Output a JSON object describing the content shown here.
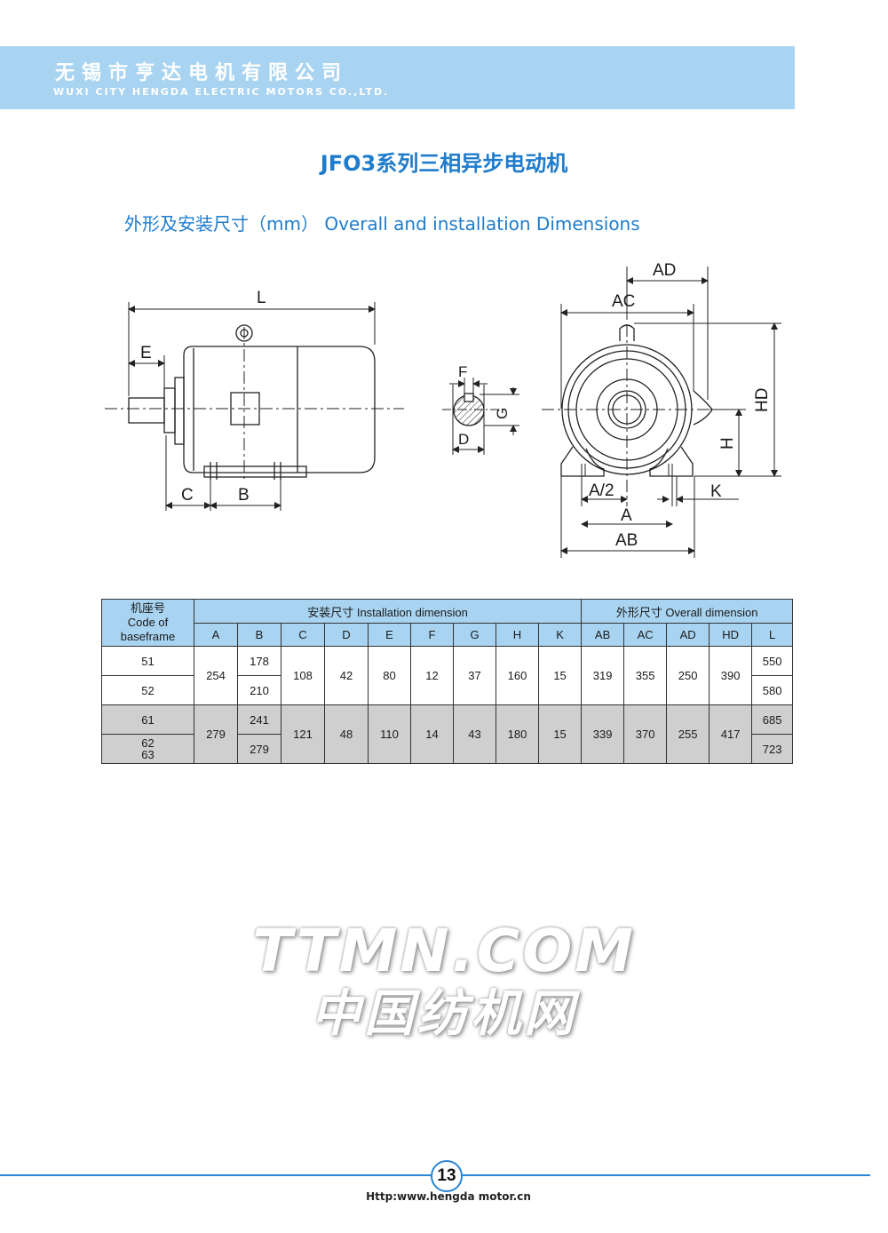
{
  "header": {
    "company_cn": "无锡市亨达电机有限公司",
    "company_en": "WUXI CITY HENGDA ELECTRIC MOTORS CO.,LTD."
  },
  "title": "JFO3系列三相异步电动机",
  "section_title": "外形及安装尺寸（mm） Overall and installation Dimensions",
  "drawing_labels": {
    "L": "L",
    "E": "E",
    "C": "C",
    "B": "B",
    "F": "F",
    "G": "G",
    "D": "D",
    "AD": "AD",
    "AC": "AC",
    "HD": "HD",
    "H": "H",
    "K": "K",
    "A_half": "A/2",
    "A": "A",
    "AB": "AB"
  },
  "table": {
    "code_header": [
      "机座号",
      "Code of",
      "baseframe"
    ],
    "install_header": "安装尺寸  Installation  dimension",
    "overall_header": "外形尺寸  Overall dimension",
    "columns": [
      "A",
      "B",
      "C",
      "D",
      "E",
      "F",
      "G",
      "H",
      "K",
      "AB",
      "AC",
      "AD",
      "HD",
      "L"
    ],
    "group1": {
      "codes": [
        "51",
        "52"
      ],
      "A": "254",
      "B": [
        "178",
        "210"
      ],
      "C": "108",
      "D": "42",
      "E": "80",
      "F": "12",
      "G": "37",
      "H": "160",
      "K": "15",
      "AB": "319",
      "AC": "355",
      "AD": "250",
      "HD": "390",
      "L": [
        "550",
        "580"
      ]
    },
    "group2": {
      "codes": [
        "61",
        "62\n63"
      ],
      "A": "279",
      "B": [
        "241",
        "279"
      ],
      "C": "121",
      "D": "48",
      "E": "110",
      "F": "14",
      "G": "43",
      "H": "180",
      "K": "15",
      "AB": "339",
      "AC": "370",
      "AD": "255",
      "HD": "417",
      "L": [
        "685",
        "723"
      ]
    }
  },
  "watermark": {
    "line1": "TTMN.COM",
    "line2": "中国纺机网"
  },
  "footer": {
    "page": "13",
    "url": "Http:www.hengda motor.cn"
  },
  "colors": {
    "accent": "#1f7ccc",
    "band": "#a9d4f1",
    "row_gray": "#cfcfcf"
  }
}
